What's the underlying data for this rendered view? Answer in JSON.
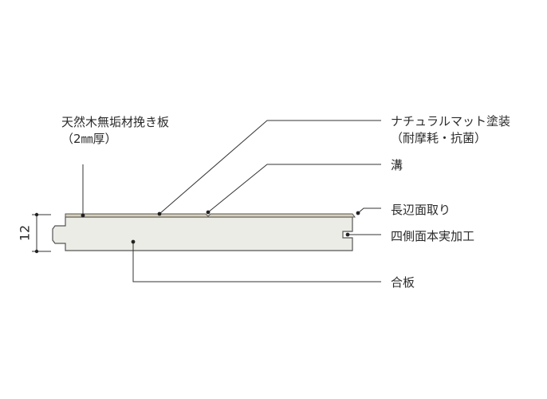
{
  "labels": {
    "veneer_line1": "天然木無垢材挽き板",
    "veneer_line2": "（2㎜厚）",
    "finish_line1": "ナチュラルマット塗装",
    "finish_line2": "（耐摩耗・抗菌）",
    "groove": "溝",
    "chamfer": "長辺面取り",
    "tongue_groove": "四側面本実加工",
    "plywood": "合板"
  },
  "dimension": {
    "thickness": "12"
  },
  "colors": {
    "veneer": "#d8cfb6",
    "plywood": "#ecece6",
    "outline": "#555555"
  }
}
